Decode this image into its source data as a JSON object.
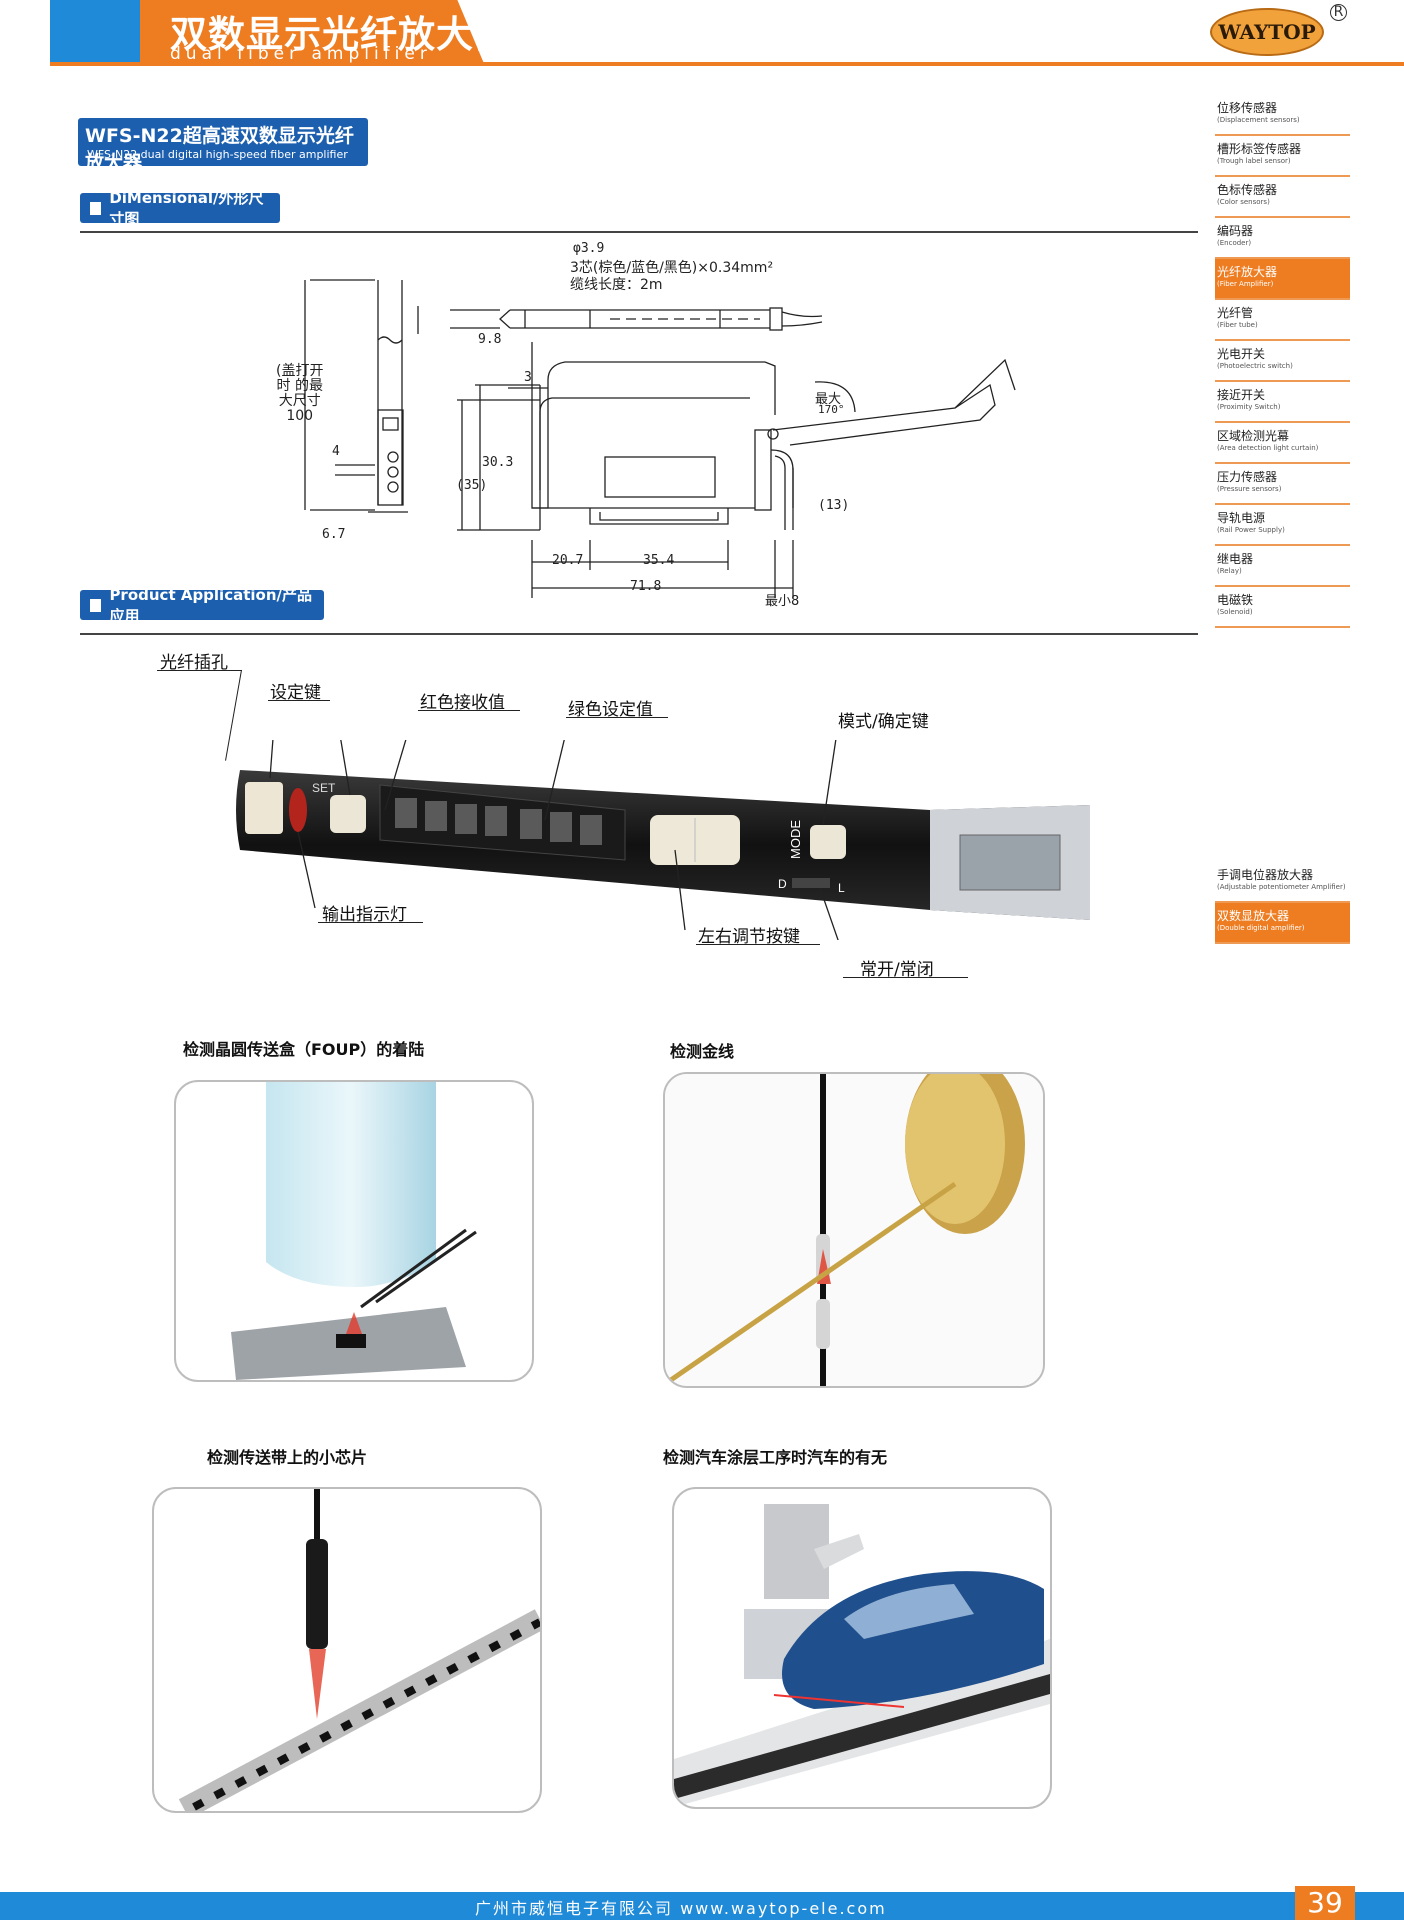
{
  "header": {
    "title": "双数显示光纤放大器",
    "subtitle": "dual fiber amplifier",
    "logo": "WAYTOP",
    "registered": "R"
  },
  "sidebar": {
    "top_items": [
      {
        "zh": "位移传感器",
        "en": "(Displacement sensors)"
      },
      {
        "zh": "槽形标签传感器",
        "en": "(Trough label sensor)"
      },
      {
        "zh": "色标传感器",
        "en": "(Color sensors)"
      },
      {
        "zh": "编码器",
        "en": "(Encoder)"
      },
      {
        "zh": "光纤放大器",
        "en": "(Fiber Amplifier)",
        "active": true
      },
      {
        "zh": "光纤管",
        "en": "(Fiber tube)"
      },
      {
        "zh": "光电开关",
        "en": "(Photoelectric switch)"
      },
      {
        "zh": "接近开关",
        "en": "(Proximity Switch)"
      },
      {
        "zh": "区域检测光幕",
        "en": "(Area detection light curtain)"
      },
      {
        "zh": "压力传感器",
        "en": "(Pressure sensors)"
      },
      {
        "zh": "导轨电源",
        "en": "(Rail Power Supply)"
      },
      {
        "zh": "继电器",
        "en": "(Relay)"
      },
      {
        "zh": "电磁铁",
        "en": "(Solenoid)"
      }
    ],
    "bottom_items": [
      {
        "zh": "手调电位器放大器",
        "en": "(Adjustable potentiometer Amplifier)"
      },
      {
        "zh": "双数显放大器",
        "en": "(Double digital amplifier)",
        "active": true
      }
    ]
  },
  "product": {
    "title_zh": "WFS-N22超高速双数显示光纤放大器",
    "title_en": "WFS-N22 dual digital high-speed fiber amplifier"
  },
  "sections": {
    "dimensional": "DiMensional/外形尺寸图",
    "application": "Product Application/产品应用"
  },
  "dimensions": {
    "cable_line1": "φ3.9",
    "cable_line2": "3芯(棕色/蓝色/黑色)×0.34mm²",
    "cable_line3": "缆线长度：2m",
    "d98": "9.8",
    "d3": "3",
    "d303": "30.3",
    "d35": "(35)",
    "d13": "(13)",
    "d207": "20.7",
    "d354": "35.4",
    "d718": "71.8",
    "dmin8": "最小8",
    "max_label": "最大",
    "max_angle": "170°",
    "cover_note": [
      "(盖打开",
      "时 的最",
      "大尺寸",
      "100"
    ],
    "d4": "4",
    "d67": "6.7"
  },
  "callouts": {
    "fiber_port": "光纤插孔",
    "set_key": "设定键",
    "red_value": "红色接收值",
    "green_value": "绿色设定值",
    "mode_key": "模式/确定键",
    "output_led": "输出指示灯",
    "lr_keys": "左右调节按键",
    "no_nc": "常开/常闭"
  },
  "device": {
    "set": "SET",
    "mode": "MODE",
    "d": "D",
    "l": "L"
  },
  "applications": [
    {
      "caption": "检测晶圆传送盒（FOUP）的着陆"
    },
    {
      "caption": "检测金线"
    },
    {
      "caption": "检测传送带上的小芯片"
    },
    {
      "caption": "检测汽车涂层工序时汽车的有无"
    }
  ],
  "footer": {
    "text": "广州市威恒电子有限公司  www.waytop-ele.com",
    "page": "39"
  },
  "colors": {
    "blue": "#1f8ad8",
    "orange": "#ee7d22",
    "navy": "#1c5fae"
  }
}
